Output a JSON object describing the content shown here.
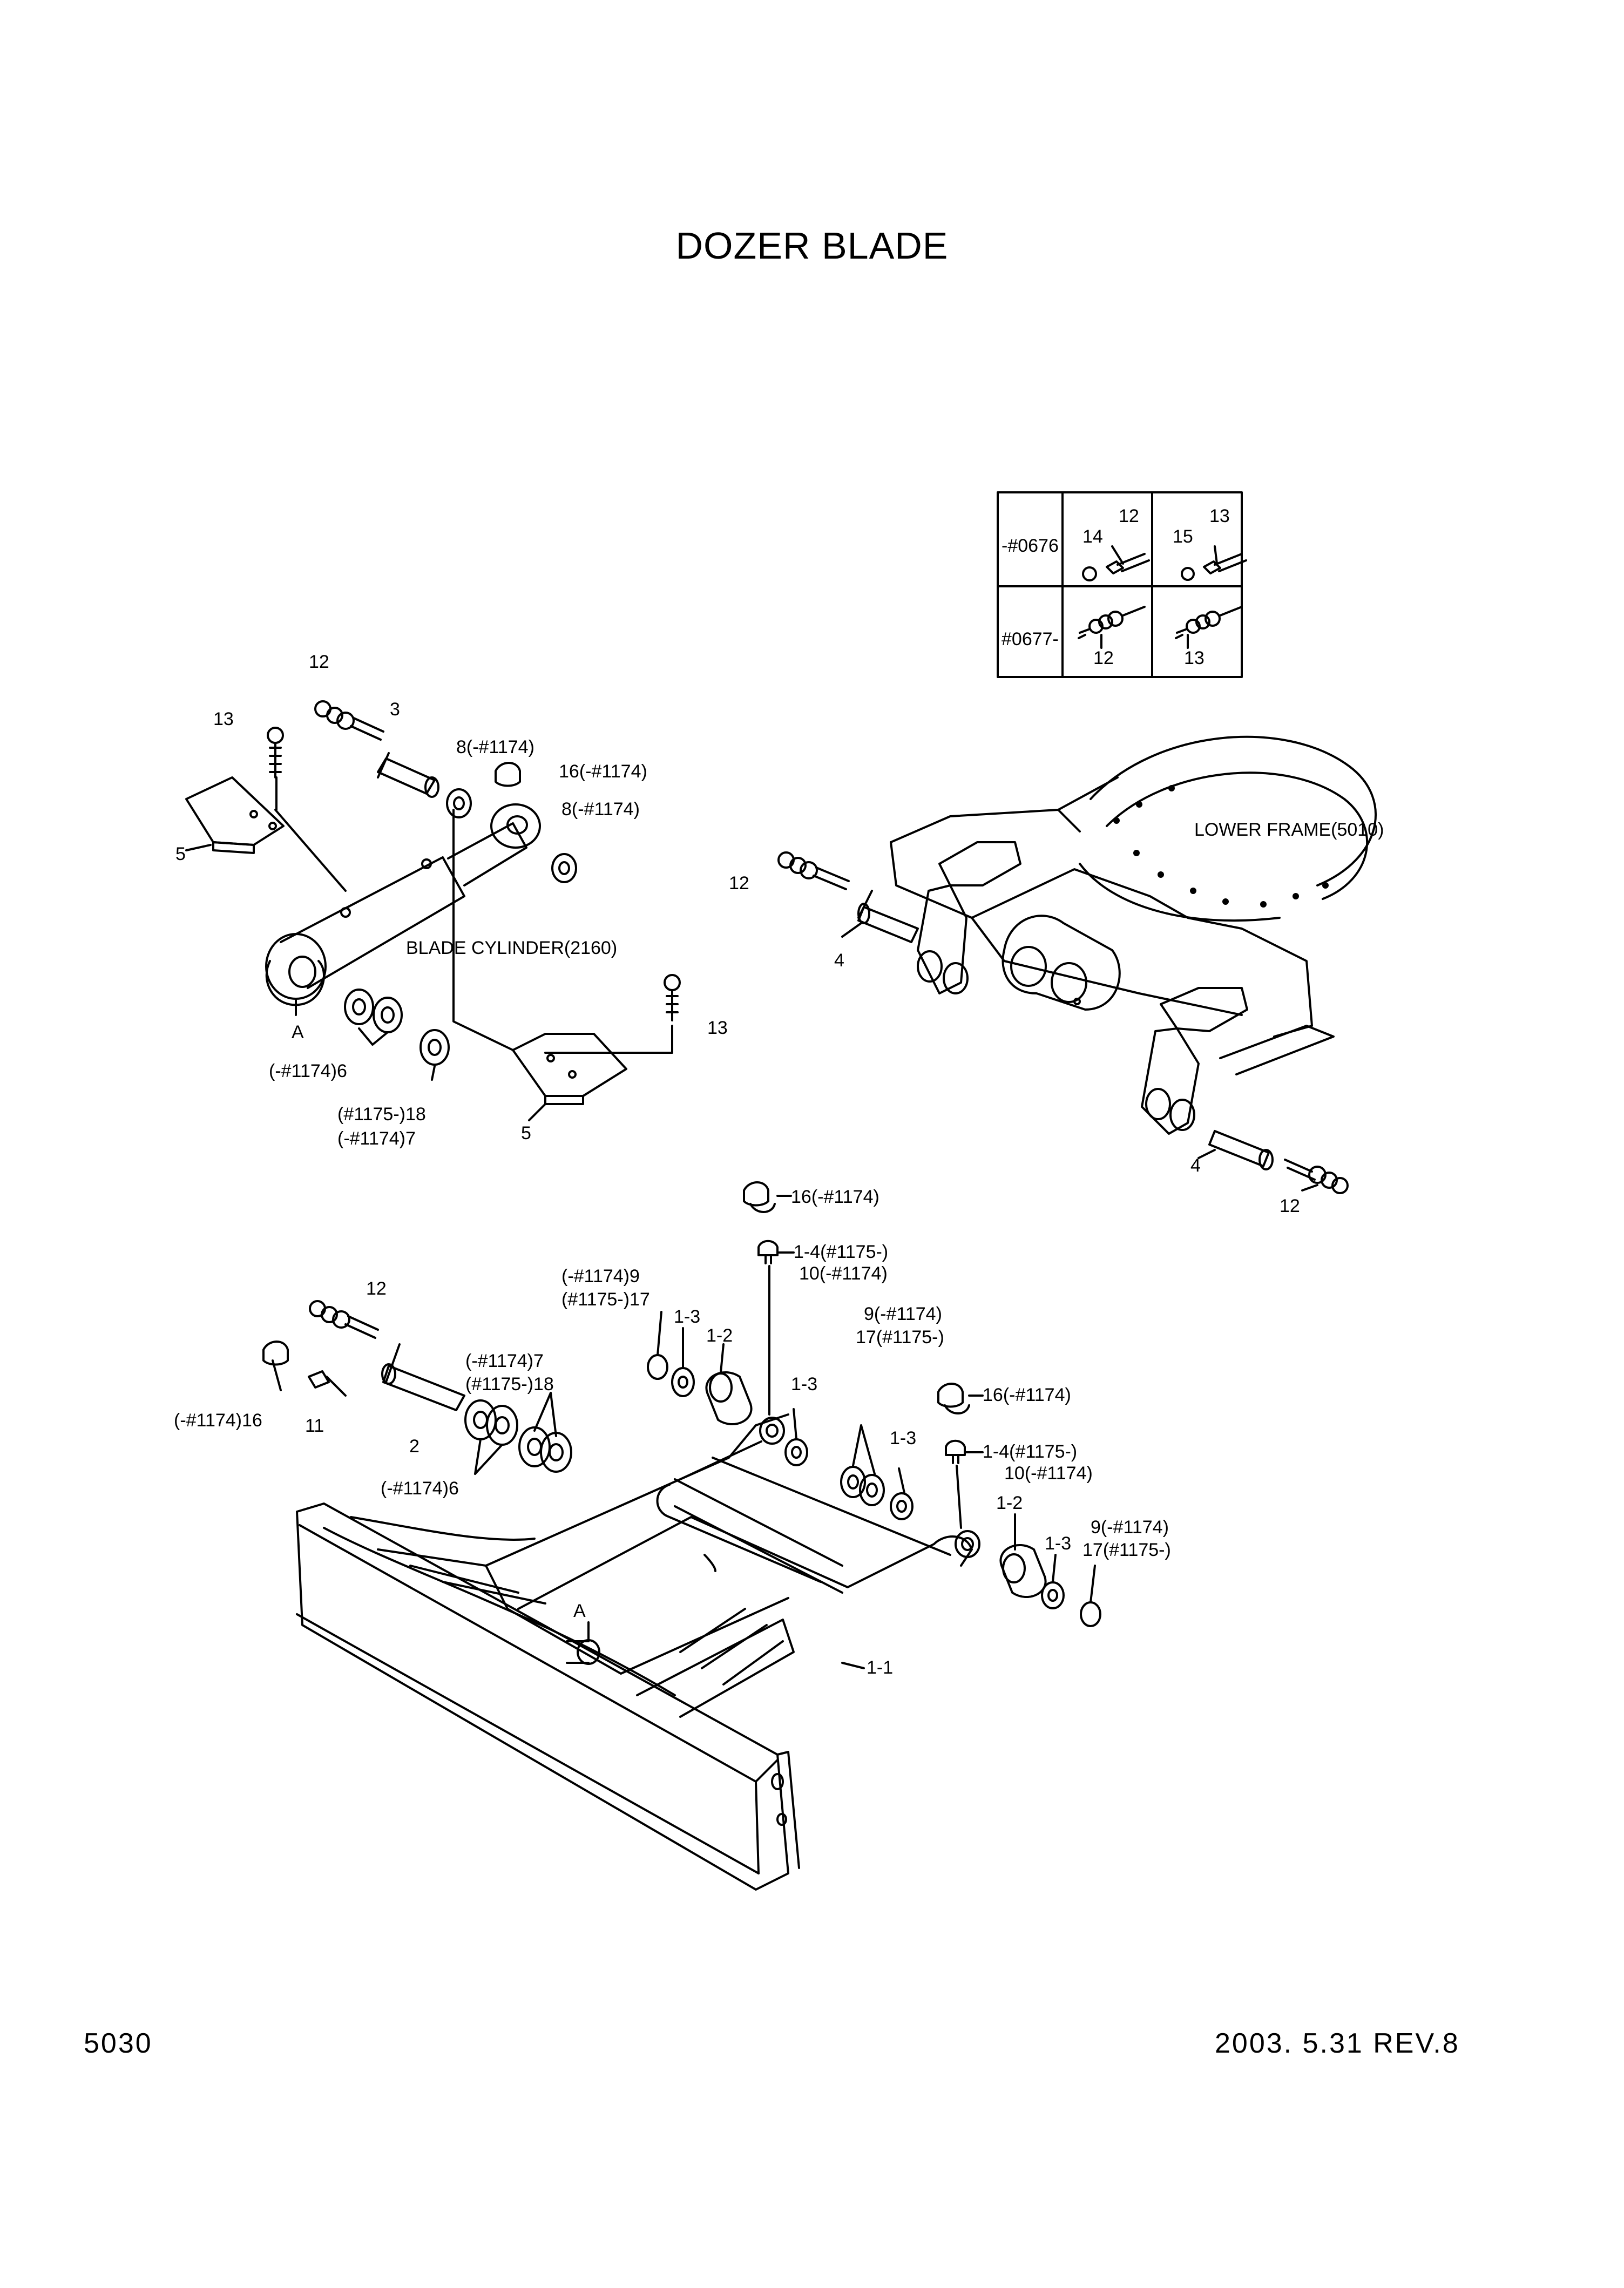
{
  "title": "DOZER BLADE",
  "page_number": "5030",
  "revision": "2003. 5.31  REV.8",
  "inset_table": {
    "row_labels": [
      "-#0676",
      "#0677-"
    ],
    "cells": [
      "12",
      "14",
      "13",
      "15",
      "12",
      "13"
    ]
  },
  "components": {
    "lower_frame": "LOWER FRAME(5010)",
    "blade_cylinder": "BLADE CYLINDER(2160)",
    "detail_ref": "A"
  },
  "callouts": [
    "12",
    "13",
    "3",
    "8(-#1174)",
    "16(-#1174)",
    "8(-#1174)",
    "5",
    "A",
    "(-#1174)6",
    "(#1175-)18",
    "(-#1174)7",
    "13",
    "5",
    "12",
    "4",
    "4",
    "12",
    "16(-#1174)",
    "1-4(#1175-)",
    "10(-#1174)",
    "(-#1174)9",
    "(#1175-)17",
    "1-3",
    "1-2",
    "12",
    "(-#1174)7",
    "(#1175-)18",
    "(-#1174)16",
    "11",
    "2",
    "(-#1174)6",
    "1-3",
    "9(-#1174)",
    "17(#1175-)",
    "16(-#1174)",
    "1-3",
    "1-4(#1175-)",
    "10(-#1174)",
    "1-2",
    "1-3",
    "9(-#1174)",
    "17(#1175-)",
    "A",
    "1-1"
  ]
}
